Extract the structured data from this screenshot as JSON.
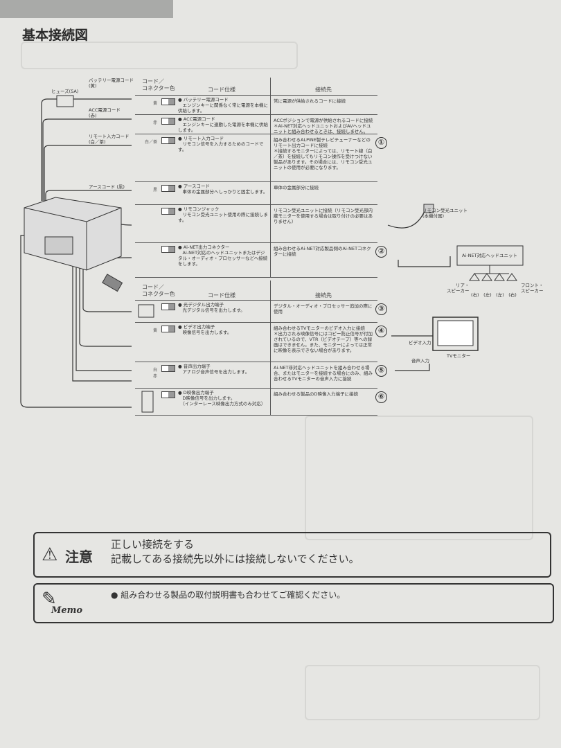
{
  "page_title": "基本接続図",
  "header": {
    "color": "コード／\nコネクター色",
    "spec": "コード仕様",
    "dest": "接続先"
  },
  "left_labels": {
    "fuse": "ヒューズ(5A)",
    "battery": "バッテリー電源コード\n(黄)",
    "acc": "ACC電源コード\n(赤)",
    "remote": "リモート入力コード\n(白／茶)",
    "earth": "アースコード (黒)"
  },
  "rows": [
    {
      "color": "黄",
      "spec": "● バッテリー電源コード\n　エンジンキーに関係なく常に電源を本機に供給します。",
      "dest": "常に電源が供給されるコードに接続",
      "num": ""
    },
    {
      "color": "赤",
      "spec": "● ACC電源コード\n　エンジンキーに連動した電源を本機に供給します。",
      "dest": "ACCポジションで電源が供給されるコードに接続\n＊Ai-NET対応ヘッドユニットおよびAVヘッドユニットと組み合わせるときは、接続しません。",
      "num": ""
    },
    {
      "color": "白／茶",
      "spec": "● リモート入力コード\n　リモコン信号を入力するためのコードです。",
      "dest": "組み合わせるALPINE製テレビチューナーなどのリモート出力コードに接続\n＊接続するモニターによっては、リモート線（白／茶）を接続してもリモコン操作を受けつけない製品があります。その場合には、リモコン受光ユニットの使用が必要になります。",
      "num": "①"
    },
    {
      "color": "黒",
      "spec": "● アースコード\n　車体の金属部分へしっかりと固定します。",
      "dest": "車体の金属部分に接続",
      "num": ""
    },
    {
      "color": "",
      "spec": "● リモコンジャック\n　リモコン受光ユニット使用の際に接続します。",
      "dest": "リモコン受光ユニットに接続（リモコン受光部内蔵モニターを使用する場合は取り付けの必要はありません）",
      "num": ""
    },
    {
      "color": "",
      "spec": "● Ai-NET出力コネクター\n　Ai-NET対応のヘッドユニットまたはデジタル・オーディオ・プロセッサーなどへ接続をします。",
      "dest": "組み合わせるAi-NET対応製品側のAi-NETコネクターに接続",
      "num": "②"
    },
    {
      "color": "",
      "spec": "● 光デジタル出力端子\n　光デジタル信号を出力します。",
      "dest": "デジタル・オーディオ・プロセッサー追加の際に使用",
      "num": "③"
    },
    {
      "color": "黄",
      "spec": "● ビデオ出力端子\n　映像信号を出力します。",
      "dest": "組み合わせるTVモニターのビデオ入力に接続\n＊出力される映像信号にはコピー防止信号が付加されているので、VTR（ビデオテープ）等への録画はできません。また、モニターによっては正常に映像を表示できない場合があります。",
      "num": "④"
    },
    {
      "color": "白\n赤",
      "spec": "● 音声出力端子\n　アナログ音声信号を出力します。",
      "dest": "Ai-NET非対応ヘッドユニットを組み合わせる場合、またはモニターを接続する場合にのみ、組み合わせるTVモニターの音声入力に接続",
      "num": "⑤"
    },
    {
      "color": "",
      "spec": "● D映像出力端子\n　D映像信号を出力します。\n　（インターレース映像出力方式のみ対応）",
      "dest": "組み合わせる製品のD映像入力端子に接続",
      "num": "⑥"
    }
  ],
  "right_labels": {
    "remote_unit": "リモコン受光ユニット\n(本機付属)",
    "head_unit": "Ai-NET対応ヘッドユニット",
    "rear": "リア・\nスピーカー",
    "front": "フロント・\nスピーカー",
    "lr": "(右)　(左)　(左)　(右)",
    "video_in": "ビデオ入力",
    "tv": "TVモニター",
    "audio_in": "音声入力"
  },
  "caution": {
    "label": "注意",
    "line1": "正しい接続をする",
    "line2": "記載してある接続先以外には接続しないでください。"
  },
  "memo": {
    "label": "Memo",
    "text": "● 組み合わせる製品の取付説明書も合わせてご確認ください。"
  }
}
